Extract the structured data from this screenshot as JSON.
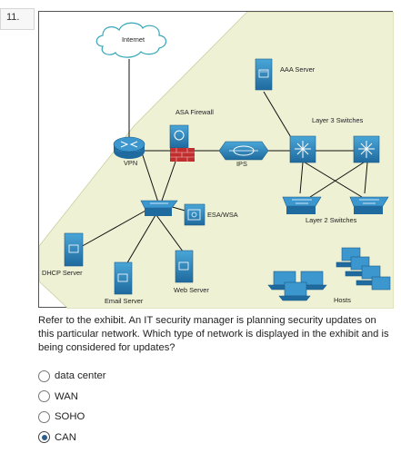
{
  "question": {
    "number": "11.",
    "text": "Refer to the exhibit. An IT security manager is planning security updates on this particular network. Which type of network is displayed in the exhibit and is being considered for updates?",
    "options": [
      {
        "label": "data center",
        "selected": false
      },
      {
        "label": "WAN",
        "selected": false
      },
      {
        "label": "SOHO",
        "selected": false
      },
      {
        "label": "CAN",
        "selected": true
      }
    ]
  },
  "exhibit": {
    "labels": {
      "internet": "Internet",
      "vpn": "VPN",
      "asa_firewall": "ASA Firewall",
      "ips": "IPS",
      "aaa_server": "AAA Server",
      "layer3_switches": "Layer 3 Switches",
      "layer2_switches": "Layer 2 Switches",
      "esa_wsa": "ESA/WSA",
      "dhcp_server": "DHCP Server",
      "email_server": "Email Server",
      "web_server": "Web Server",
      "hosts": "Hosts"
    },
    "colors": {
      "zone_fill": "#eef1d4",
      "device_blue": "#2d7fb8",
      "firewall_red": "#c22e2e"
    }
  }
}
